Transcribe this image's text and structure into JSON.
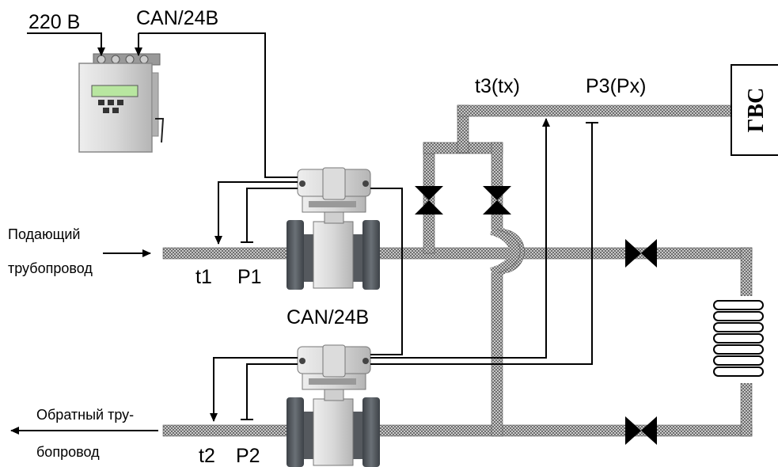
{
  "labels": {
    "power": "220 В",
    "can_top": "CAN/24В",
    "can_mid": "CAN/24В",
    "supply_line1": "Подающий",
    "supply_line2": "трубопровод",
    "return_line1": "Обратный тру-",
    "return_line2": "бопровод",
    "t1": "t1",
    "p1": "P1",
    "t2": "t2",
    "p2": "P2",
    "t3": "t3(tx)",
    "p3": "P3(Px)",
    "gvs": "ГВС"
  },
  "colors": {
    "pipe_fill": "#b9b9b9",
    "pipe_dark": "#7a7a7a",
    "flange": "#555a60",
    "device_body": "#d6d6d6",
    "display": "#b8e6a0",
    "wire": "#000000"
  },
  "icons": [
    "gate-valve-icon",
    "radiator-icon",
    "flowmeter-icon",
    "controller-box-icon",
    "arrow-icon"
  ]
}
